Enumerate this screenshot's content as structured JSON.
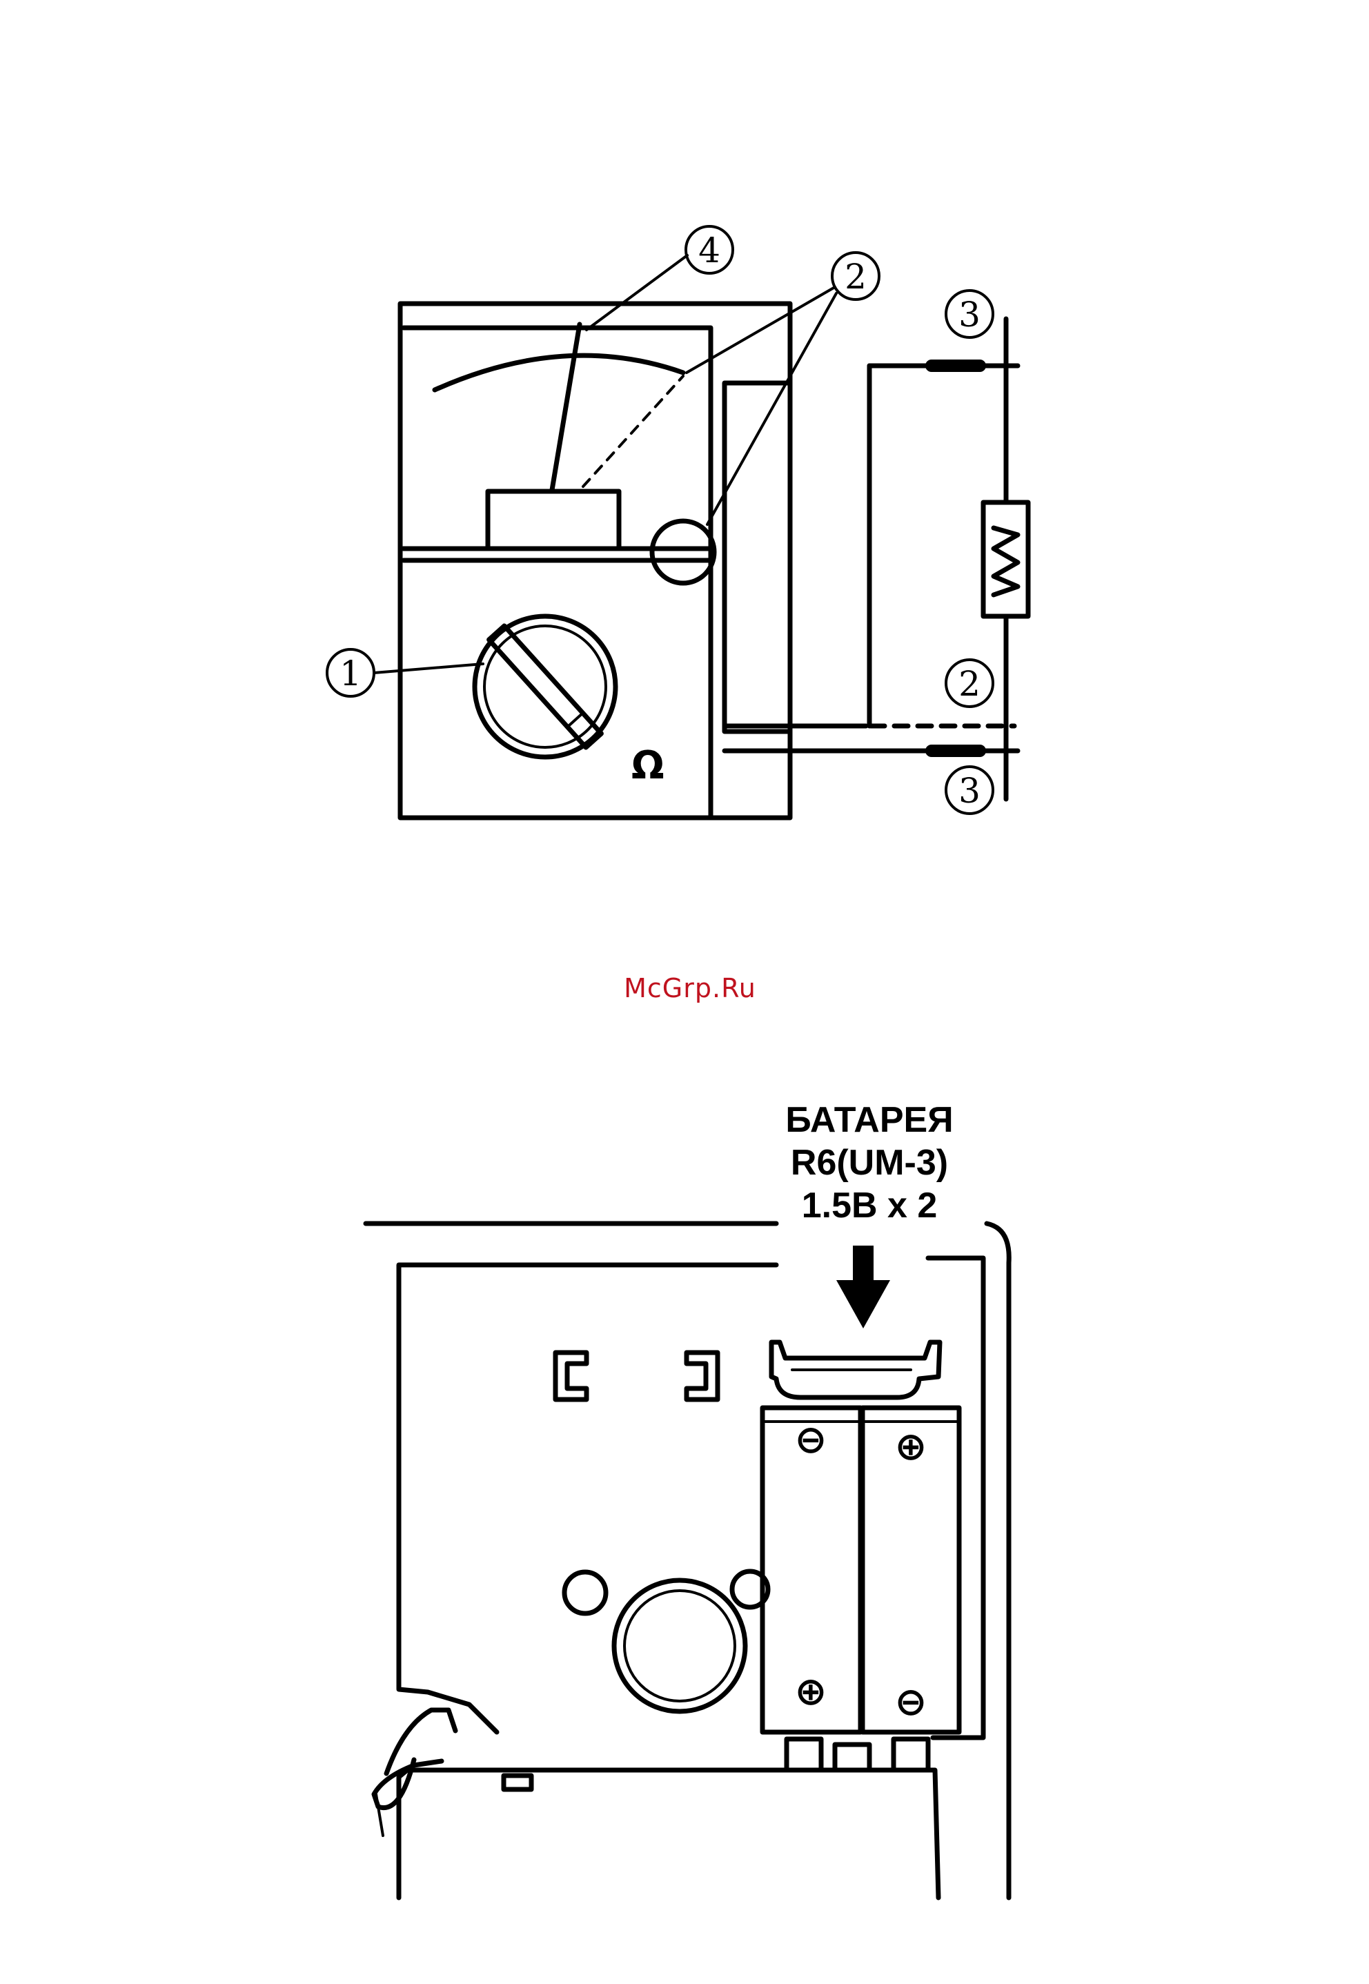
{
  "figure_top": {
    "callouts": {
      "c1": "1",
      "c2_top": "2",
      "c2_side": "2",
      "c3_top": "3",
      "c3_bottom": "3",
      "c4": "4"
    },
    "ohm_symbol": "Ω"
  },
  "watermark": "McGrp.Ru",
  "figure_bottom": {
    "battery_label": {
      "line1": "БАТАРЕЯ",
      "line2": "R6(UM-3)",
      "line3": "1.5В x 2"
    },
    "polarity": {
      "minus": "⊖",
      "plus": "⊕"
    }
  }
}
